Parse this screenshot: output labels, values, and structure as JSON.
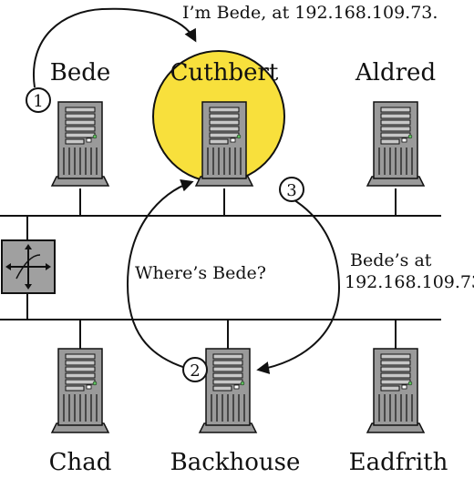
{
  "messages": {
    "announcement": "I’m Bede, at 192.168.109.73.",
    "query": "Where’s Bede?",
    "reply_line1": "Bede’s at",
    "reply_line2": "192.168.109.73"
  },
  "steps": [
    "1",
    "2",
    "3"
  ],
  "hosts": {
    "bede": "Bede",
    "cuthbert": "Cuthbert",
    "aldred": "Aldred",
    "chad": "Chad",
    "backhouse": "Backhouse",
    "eadfrith": "Eadfrith"
  },
  "colors": {
    "highlight": "#f8e03c",
    "server_body": "#9a9a9a",
    "server_front": "#b8b8b8",
    "router": "#a0a0a0",
    "line": "#111111"
  },
  "icons": {
    "server": "server-tower-icon",
    "router": "router-icon"
  }
}
